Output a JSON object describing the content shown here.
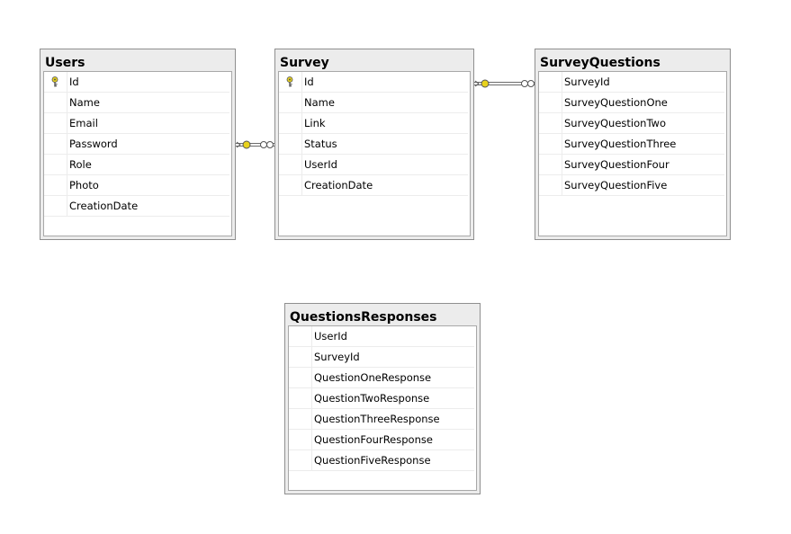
{
  "tables": {
    "users": {
      "name": "Users",
      "columns": [
        "Id",
        "Name",
        "Email",
        "Password",
        "Role",
        "Photo",
        "CreationDate"
      ]
    },
    "survey": {
      "name": "Survey",
      "columns": [
        "Id",
        "Name",
        "Link",
        "Status",
        "UserId",
        "CreationDate"
      ]
    },
    "survey_questions": {
      "name": "SurveyQuestions",
      "columns": [
        "SurveyId",
        "SurveyQuestionOne",
        "SurveyQuestionTwo",
        "SurveyQuestionThree",
        "SurveyQuestionFour",
        "SurveyQuestionFive"
      ]
    },
    "questions_responses": {
      "name": "QuestionsResponses",
      "columns": [
        "UserId",
        "SurveyId",
        "QuestionOneResponse",
        "QuestionTwoResponse",
        "QuestionThreeResponse",
        "QuestionFourResponse",
        "QuestionFiveResponse"
      ]
    }
  },
  "colors": {
    "key_icon": "#e8d21c",
    "connector": "#6b6b6b"
  }
}
